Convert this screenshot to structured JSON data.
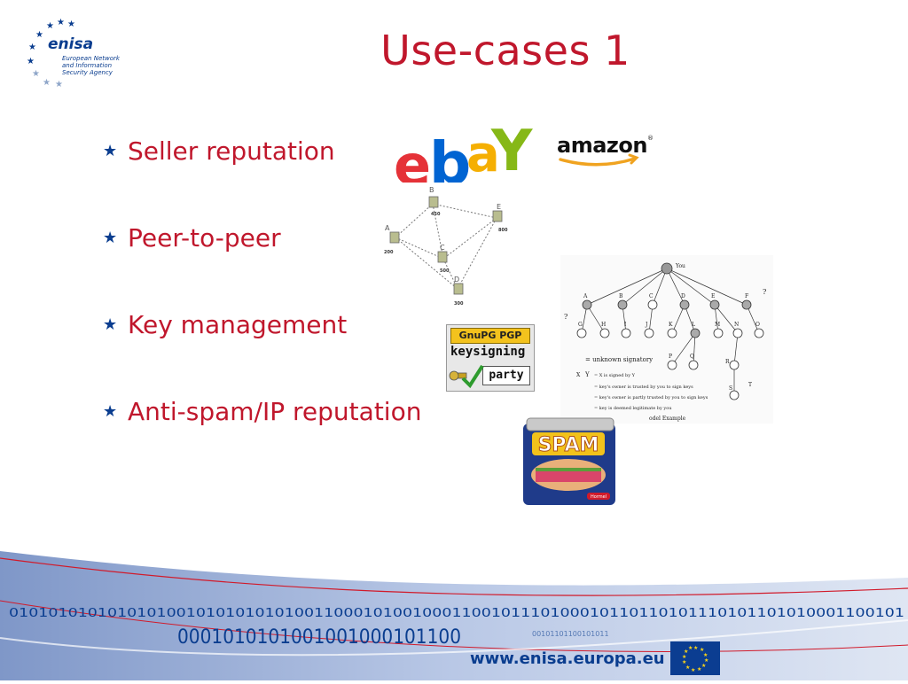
{
  "logo": {
    "name": "enisa",
    "tagline": [
      "European Network",
      "and Information",
      "Security Agency"
    ],
    "color": "#0a3d8f"
  },
  "slide": {
    "title": "Use-cases 1",
    "bullets": [
      "Seller reputation",
      "Peer-to-peer",
      "Key management",
      "Anti-spam/IP reputation"
    ]
  },
  "images": {
    "ebay": {
      "letters": [
        "e",
        "b",
        "a",
        "Y"
      ],
      "colors": [
        "#e53238",
        "#0064d2",
        "#f5af02",
        "#86b817"
      ]
    },
    "amazon": {
      "word": "amazon",
      "mark": "®"
    },
    "p2p": {
      "nodes": [
        {
          "id": "A",
          "value": "200"
        },
        {
          "id": "B",
          "value": "450"
        },
        {
          "id": "C",
          "value": "500"
        },
        {
          "id": "D",
          "value": "300"
        },
        {
          "id": "E",
          "value": "800"
        }
      ]
    },
    "keytree": {
      "root": "You",
      "level1": [
        "A",
        "B",
        "C",
        "D",
        "E",
        "F"
      ],
      "level2": [
        "G",
        "H",
        "I",
        "J",
        "K",
        "L",
        "M",
        "N",
        "O"
      ],
      "level3": [
        "P",
        "Q",
        "R"
      ],
      "level4": [
        "S",
        "T"
      ],
      "unknown_mark": "?",
      "legend": [
        "= unknown signatory",
        "= X is signed by Y",
        "= key's owner is trusted by you to sign keys",
        "= key's owner is partly trusted by you to sign keys",
        "= key is deemed legitimate by you"
      ],
      "legend_x": "X",
      "legend_y": "Y",
      "caption": "odel Example"
    },
    "keysigning": {
      "top": "GnuPG PGP",
      "line1": "keysigning",
      "line2": "party"
    },
    "spam": {
      "label": "SPAM",
      "brand": "Hormel"
    }
  },
  "footer": {
    "url": "www.enisa.europa.eu",
    "binary_line1": "0101010101010101001010101010100110001010010001100101110100010110110101110101101010001100101",
    "binary_line2": "0001010101001001000101100",
    "binary_line3": "00101101100101011"
  }
}
